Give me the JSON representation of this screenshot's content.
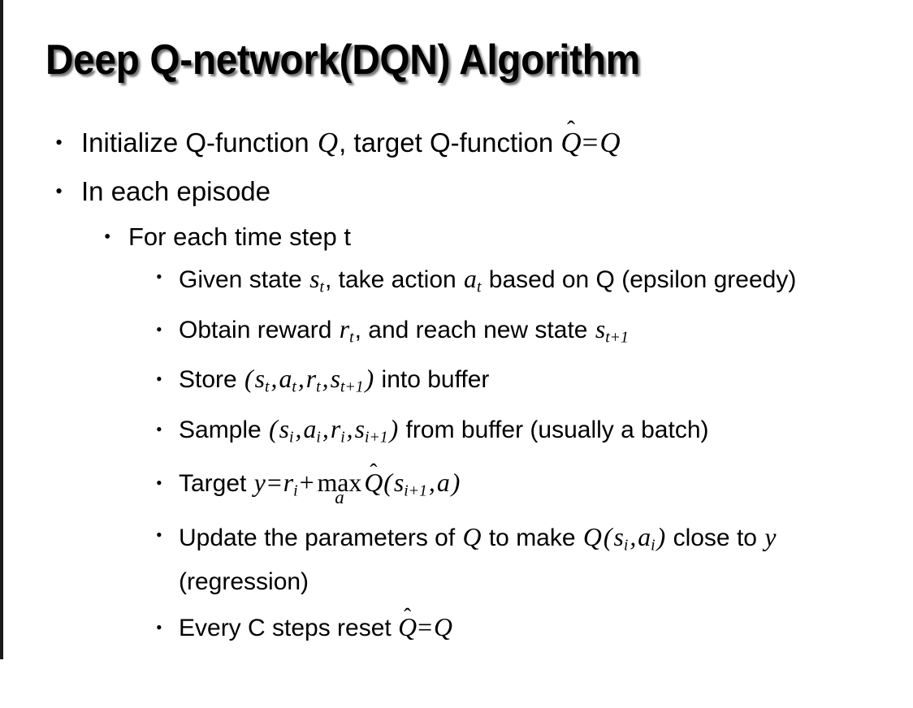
{
  "slide": {
    "title": "Deep Q-network(DQN) Algorithm",
    "bullet_marker": "•",
    "background_color": "#ffffff",
    "text_color": "#000000",
    "edge_rule_color": "#1a1a1a"
  },
  "content": {
    "level1": [
      {
        "id": "initialize",
        "plain": "Initialize Q-function Q, target Q-function Q̂ = Q"
      },
      {
        "id": "in-each-episode",
        "plain": "In each episode"
      }
    ],
    "level2": [
      {
        "id": "for-each-time-step",
        "text": "For each time step t"
      }
    ],
    "level3": [
      {
        "id": "given-state",
        "plain": "Given state s_t, take action a_t based on Q (epsilon greedy)"
      },
      {
        "id": "obtain-reward",
        "plain": "Obtain reward r_t, and reach new state s_t+1"
      },
      {
        "id": "store",
        "plain": "Store (s_t, a_t, r_t, s_t+1) into buffer"
      },
      {
        "id": "sample",
        "plain": "Sample (s_i, a_i, r_i, s_i+1) from buffer (usually a batch)"
      },
      {
        "id": "target",
        "plain": "Target y = r_i + max_a Q̂(s_i+1, a)"
      },
      {
        "id": "update",
        "plain": "Update the parameters of Q to make Q(s_i, a_i) close to y (regression)"
      },
      {
        "id": "reset",
        "plain": "Every C steps reset Q̂ = Q"
      }
    ]
  },
  "tokens": {
    "Q": "Q",
    "Qhat_base": "Q",
    "hat": "̂",
    "eq": "=",
    "plus": "+",
    "comma": ",",
    "lparen": "(",
    "rparen": ")",
    "s": "s",
    "a": "a",
    "r": "r",
    "y": "y",
    "t": "t",
    "i": "i",
    "tplus1": "t+1",
    "iplus1": "i+1",
    "max": "max",
    "C": "C",
    "initialize_pre": "Initialize Q-function ",
    "initialize_mid": ", target Q-function ",
    "in_each_episode": "In each episode",
    "for_each_time_step": "For each time step t",
    "given_pre": "Given state ",
    "given_mid": ", take action ",
    "given_post": " based on Q (epsilon greedy)",
    "obtain_pre": "Obtain reward ",
    "obtain_mid": ", and reach new state ",
    "store_pre": "Store ",
    "store_post": " into buffer",
    "sample_pre": "Sample ",
    "sample_post": " from buffer (usually a batch)",
    "target_pre": "Target ",
    "update_pre": "Update the parameters of ",
    "update_mid": " to make ",
    "update_post": " close to ",
    "update_end": " (regression)",
    "reset_pre": "Every C steps reset "
  }
}
